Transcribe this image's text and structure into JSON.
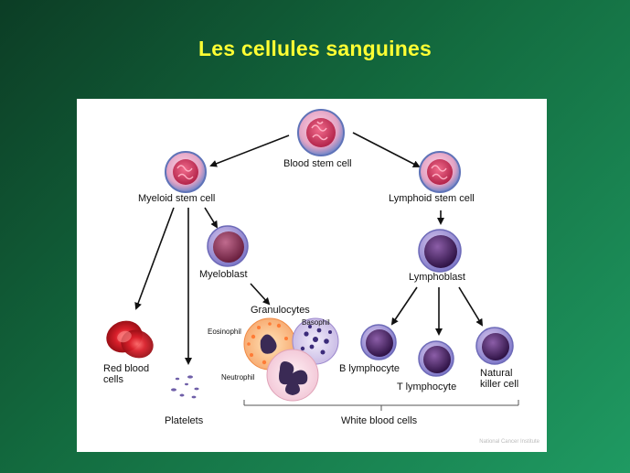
{
  "title": "Les cellules sanguines",
  "diagram": {
    "labels": {
      "blood_stem_cell": "Blood stem cell",
      "myeloid_stem_cell": "Myeloid stem cell",
      "lymphoid_stem_cell": "Lymphoid stem cell",
      "myeloblast": "Myeloblast",
      "lymphoblast": "Lymphoblast",
      "granulocytes": "Granulocytes",
      "eosinophil": "Eosinophil",
      "basophil": "Basophil",
      "neutrophil": "Neutrophil",
      "red_blood_cells_1": "Red blood",
      "red_blood_cells_2": "cells",
      "platelets": "Platelets",
      "b_lymphocyte": "B lymphocyte",
      "t_lymphocyte": "T lymphocyte",
      "natural_killer_1": "Natural",
      "natural_killer_2": "killer cell",
      "white_blood_cells": "White blood cells"
    },
    "credit": "National Cancer Institute"
  }
}
